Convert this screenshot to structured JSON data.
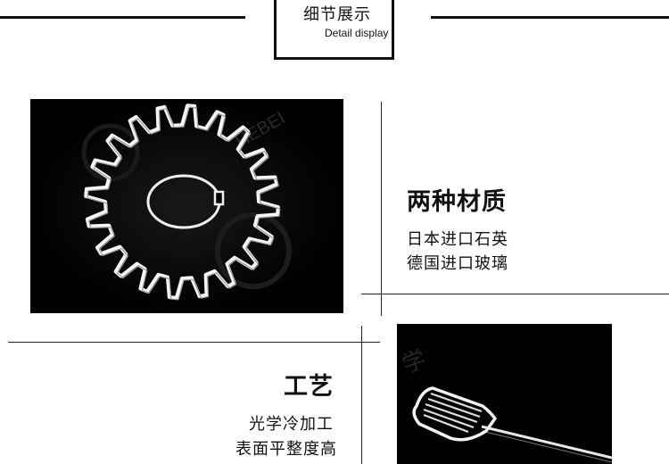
{
  "header": {
    "title_cn": "细节展示",
    "title_en": "Detail display"
  },
  "section1": {
    "heading": "两种材质",
    "lines": [
      "日本进口石英",
      "德国进口玻璃"
    ]
  },
  "section2": {
    "heading": "工艺",
    "lines": [
      "光学冷加工",
      "表面平整度高"
    ]
  },
  "watermark": "HEBEI",
  "colors": {
    "panel_bg": "#000000",
    "line": "#111111",
    "glass_edge": "#ffffff"
  }
}
